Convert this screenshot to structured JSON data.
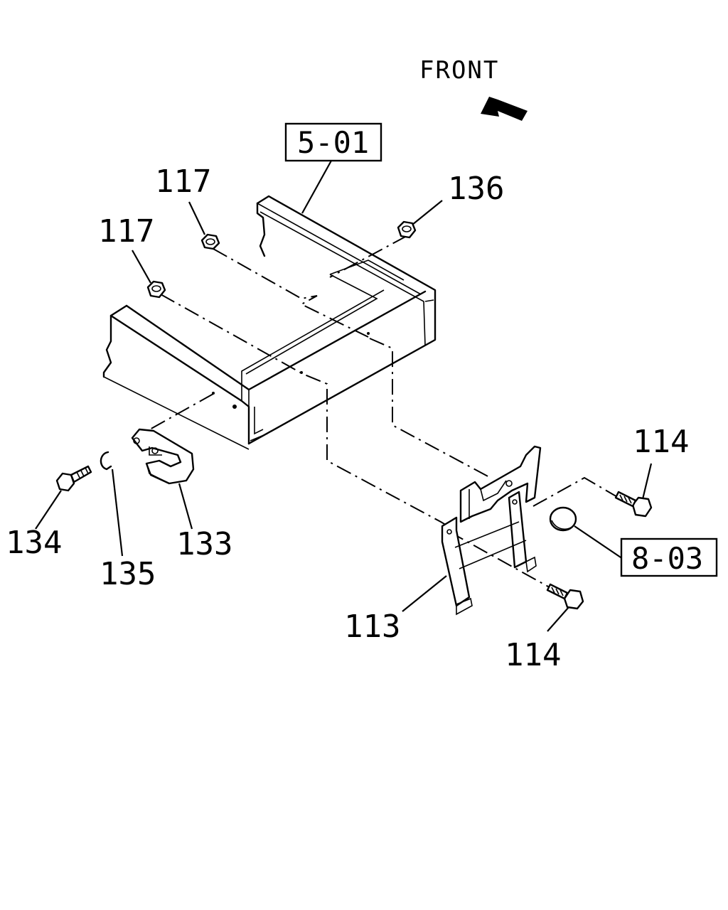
{
  "front_label": "FRONT",
  "references": {
    "frame": "5-01",
    "cap": "8-03"
  },
  "callouts": {
    "nut_upper": "117",
    "nut_lower": "117",
    "nut_right": "136",
    "hook": "133",
    "bolt_hook": "134",
    "clip": "135",
    "bracket": "113",
    "bolt_upper_right": "114",
    "bolt_lower_right": "114"
  }
}
